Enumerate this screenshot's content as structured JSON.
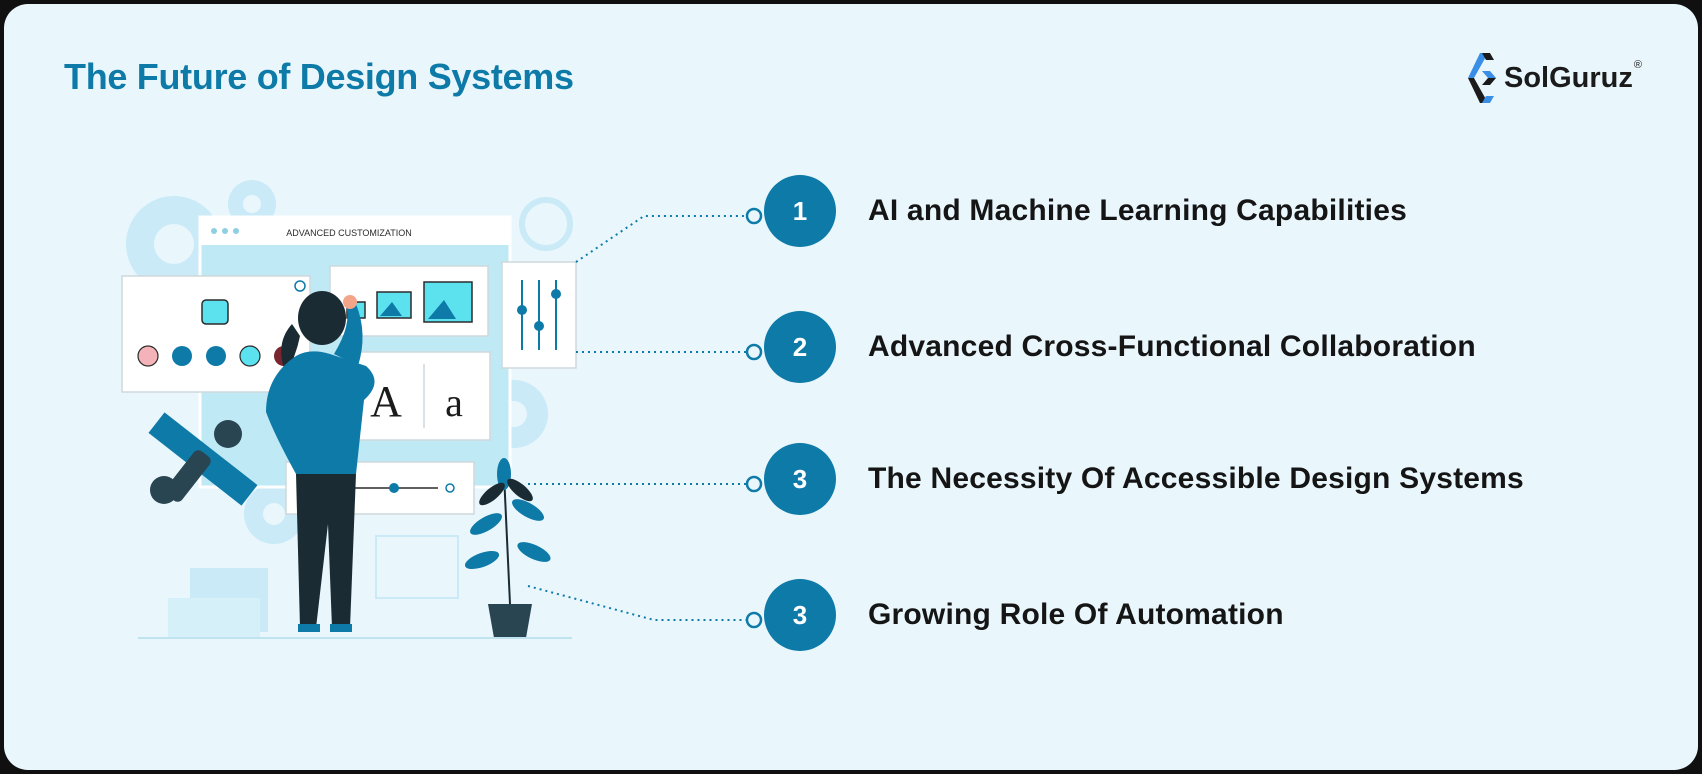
{
  "header": {
    "title": "The Future of Design Systems"
  },
  "brand": {
    "name": "SolGuruz",
    "registered_mark": "®",
    "logo_icon": "solguruz-chevron-logo"
  },
  "illustration": {
    "window_title": "ADVANCED CUSTOMIZATION",
    "type_specimen_upper": "A",
    "type_specimen_lower": "a",
    "swatch_colors": [
      "#f3b3b8",
      "#0e7aa8",
      "#0e7aa8",
      "#5ce1ef",
      "#7a2630"
    ]
  },
  "colors": {
    "accent": "#0e7aa8",
    "background": "#e9f7fd",
    "text": "#151515"
  },
  "items": [
    {
      "number": "1",
      "label": "AI and Machine Learning Capabilities"
    },
    {
      "number": "2",
      "label": "Advanced Cross-Functional Collaboration"
    },
    {
      "number": "3",
      "label": "The Necessity Of Accessible Design Systems"
    },
    {
      "number": "3",
      "label": "Growing Role Of Automation"
    }
  ]
}
